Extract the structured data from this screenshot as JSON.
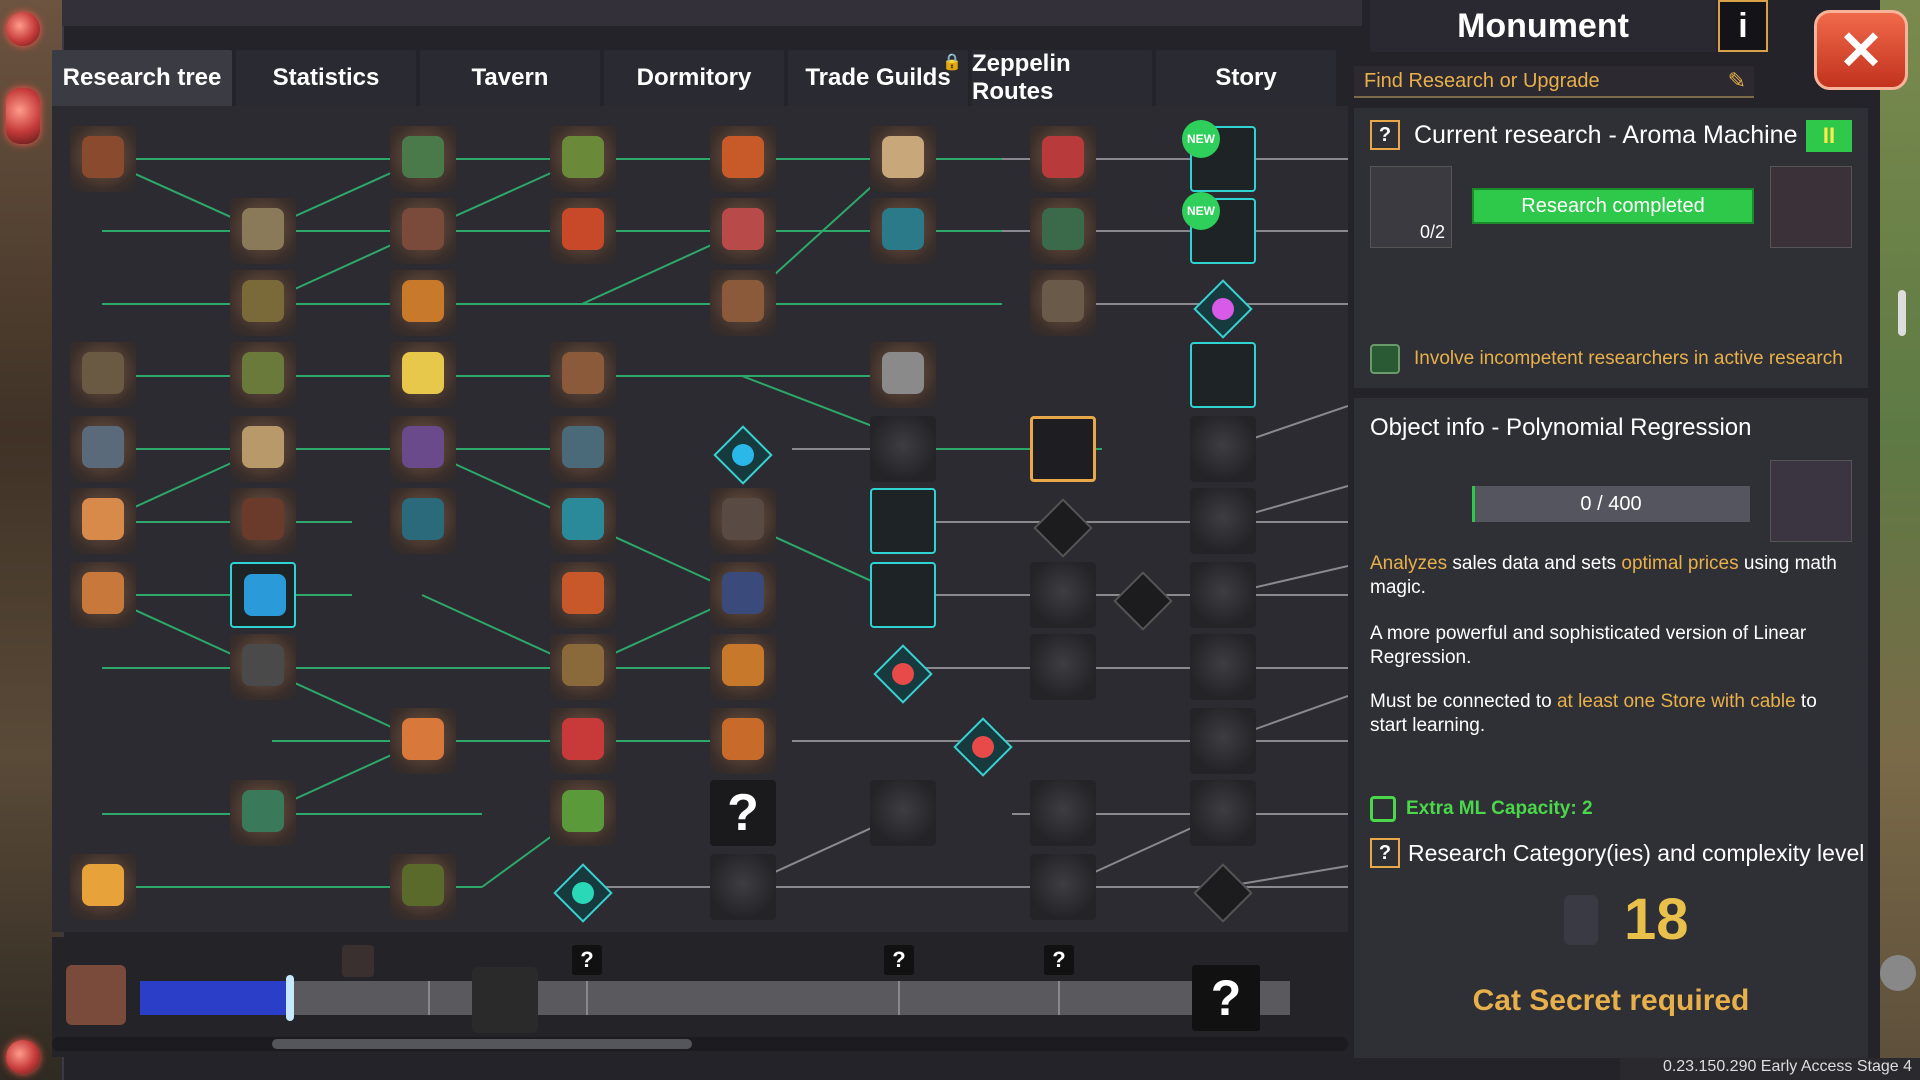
{
  "window": {
    "title": "Monument",
    "info_label": "i",
    "close_label": "✕"
  },
  "tabs": [
    {
      "label": "Research tree",
      "active": true
    },
    {
      "label": "Statistics"
    },
    {
      "label": "Tavern"
    },
    {
      "label": "Dormitory"
    },
    {
      "label": "Trade Guilds",
      "locked": true
    },
    {
      "label": "Zeppelin Routes"
    },
    {
      "label": "Story"
    }
  ],
  "search": {
    "placeholder": "Find Research or Upgrade"
  },
  "current_research": {
    "help": "?",
    "title": "Current research - Aroma Machine",
    "pause_label": "II",
    "count": "0/2",
    "status": "Research completed",
    "checkbox_label": "Involve incompetent researchers in active research"
  },
  "object_info": {
    "title": "Object info - Polynomial Regression",
    "progress_text": "0 / 400",
    "progress": {
      "value": 0,
      "max": 400
    },
    "desc1_hl1": "Analyzes",
    "desc1_mid": " sales data and sets ",
    "desc1_hl2": "optimal prices",
    "desc1_end": " using math magic.",
    "desc2": "A more powerful and sophisticated version of Linear Regression.",
    "desc3_start": "Must be connected to ",
    "desc3_hl": "at least one Store with cable",
    "desc3_end": " to start learning.",
    "ml_capacity": "Extra ML Capacity: 2",
    "category_help": "?",
    "category_title": "Research Category(ies) and complexity level",
    "complexity": "18",
    "requirement": "Cat Secret required"
  },
  "tree": {
    "new_badge": "NEW",
    "unknown_label": "?",
    "timeline_unknown": "?"
  },
  "version": "0.23.150.290 Early Access Stage 4",
  "colors": {
    "accent": "#e8b04a",
    "green": "#2ec84a",
    "teal": "#2ed4d4",
    "progress_blue": "#2a3ec8"
  }
}
